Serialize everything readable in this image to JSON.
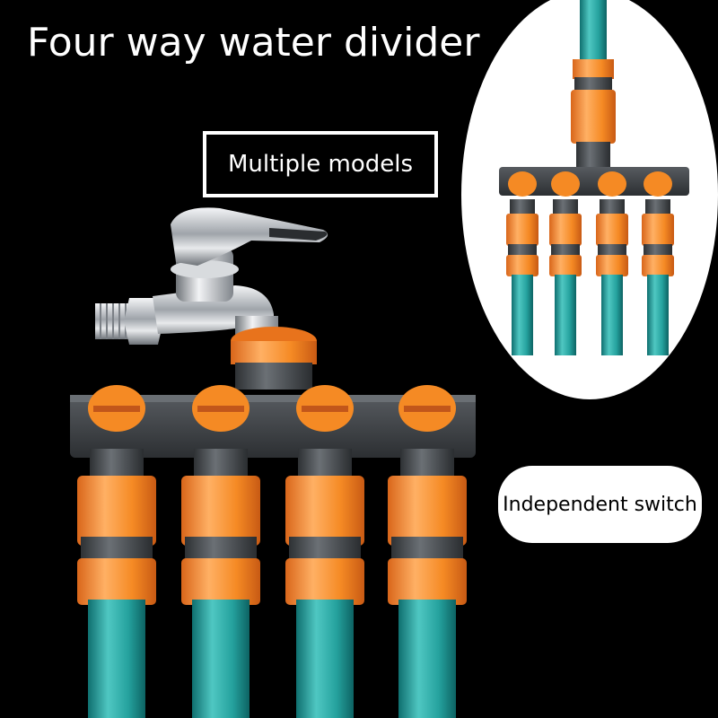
{
  "headline": "Four way water divider",
  "badge": "Multiple models",
  "feature_label": "Independent switch",
  "colors": {
    "background": "#000000",
    "orange": "#f5871f",
    "hose": "#2aa7a3",
    "manifold": "#3c3f43",
    "chrome": "#c9ccd1"
  }
}
